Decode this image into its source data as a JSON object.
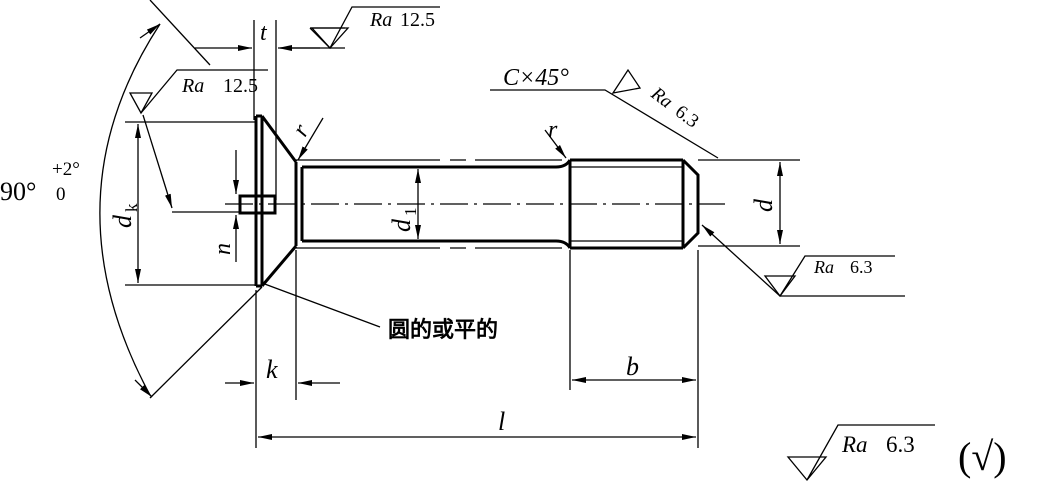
{
  "drawing": {
    "angle": {
      "main": "90°",
      "upper": "+2°",
      "lower": "0"
    },
    "dims": {
      "dk": "d",
      "dk_sub": "k",
      "n": "n",
      "t": "t",
      "r1": "r",
      "r2": "r",
      "d1": "d",
      "d1_sub": "1",
      "d": "d",
      "k": "k",
      "b": "b",
      "l": "l"
    },
    "chamfer": "C×45°",
    "roughness": {
      "top": {
        "ra": "Ra",
        "value": "12.5"
      },
      "head": {
        "ra": "Ra",
        "value": "12.5"
      },
      "chamfer": {
        "ra": "Ra",
        "value": "6.3"
      },
      "thread_end": {
        "ra": "Ra",
        "value": "6.3"
      },
      "general": {
        "ra": "Ra",
        "value": "6.3",
        "note": "(√)"
      }
    },
    "note": "圆的或平的"
  }
}
